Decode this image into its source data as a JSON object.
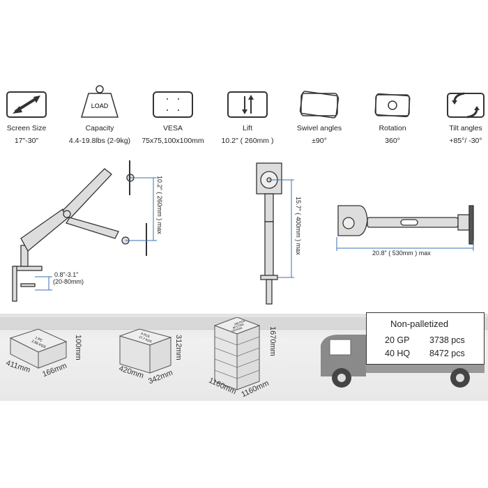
{
  "specs": [
    {
      "icon": "diagonal-arrow-icon",
      "label": "Screen Size",
      "value": "17\"-30\""
    },
    {
      "icon": "weight-icon",
      "label": "Capacity",
      "value": "4.4-19.8lbs (2-9kg)",
      "icon_text": "LOAD"
    },
    {
      "icon": "vesa-plate-icon",
      "label": "VESA",
      "value": "75x75,100x100mm"
    },
    {
      "icon": "up-down-arrows-icon",
      "label": "Lift",
      "value": "10.2\" ( 260mm )"
    },
    {
      "icon": "swivel-icon",
      "label": "Swivel angles",
      "value": "±90°"
    },
    {
      "icon": "rotation-icon",
      "label": "Rotation",
      "value": "360°"
    },
    {
      "icon": "tilt-icon",
      "label": "Tilt angles",
      "value": "+85°/  -30°"
    }
  ],
  "diagrams": {
    "lift_range": "10.2\" ( 260mm ) max",
    "clamp_range": "0.8\"-3.1\"",
    "clamp_range_mm": "(20-80mm)",
    "height_max": "15.7\" ( 400mm ) max",
    "reach_max": "20.8\" ( 530mm ) max"
  },
  "packaging": [
    {
      "text": [
        "1 PC",
        "2.85 KGS"
      ],
      "length": "411mm",
      "width": "166mm",
      "height": "100mm"
    },
    {
      "text": [
        "6 PCS",
        "17.7 KGS"
      ],
      "length": "420mm",
      "width": "342mm",
      "height": "312mm"
    },
    {
      "text": [
        "240 PCS",
        "40 CTNS",
        "723 KGS"
      ],
      "length": "1160mm",
      "width": "1160mm",
      "height": "1670mm"
    }
  ],
  "shipping": {
    "title": "Non-palletized",
    "rows": [
      {
        "container": "20 GP",
        "qty": "3738 pcs"
      },
      {
        "container": "40 HQ",
        "qty": "8472 pcs"
      }
    ]
  },
  "colors": {
    "dimension_line": "#3a6fb5",
    "icon_stroke": "#333333"
  }
}
